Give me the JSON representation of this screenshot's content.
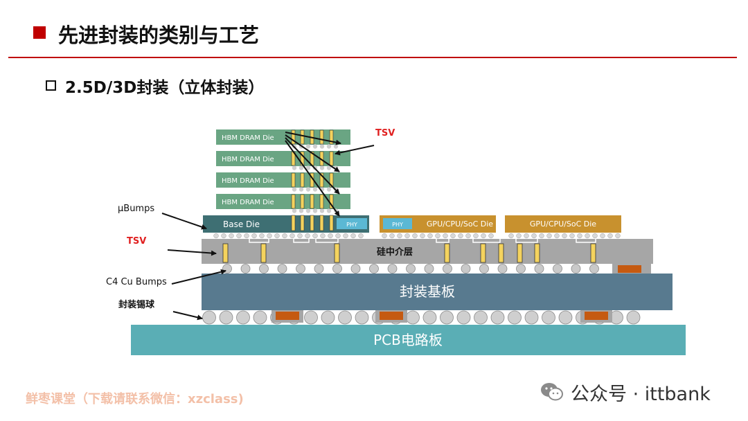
{
  "header": {
    "title": "先进封装的类别与工艺",
    "subtitle": "2.5D/3D封装（立体封装）"
  },
  "diagram": {
    "hbm_dies": [
      "HBM DRAM Die",
      "HBM DRAM Die",
      "HBM DRAM Die",
      "HBM DRAM Die"
    ],
    "base_die": "Base Die",
    "phy_label": "PHY",
    "phy_label_2": "PHY",
    "gpu_die_1": "GPU/CPU/SoC Die",
    "gpu_die_2": "GPU/CPU/SoC Die",
    "interposer": "硅中介层",
    "substrate": "封装基板",
    "pcb": "PCB电路板",
    "callouts": {
      "tsv_top": "TSV",
      "ubumps": "μBumps",
      "tsv_left": "TSV",
      "c4": "C4 Cu Bumps",
      "solder_balls": "封装锡球"
    },
    "colors": {
      "hbm": "#6aa583",
      "base_die": "#3e6f73",
      "phy": "#5bb8d4",
      "gpu": "#c8912e",
      "interposer": "#a6a6a6",
      "substrate": "#587a8f",
      "pcb": "#5aaeb5",
      "tsv": "#f4d35e",
      "callout_red": "#e02020"
    }
  },
  "footer": {
    "watermark": "鲜枣课堂（下载请联系微信：xzclass)",
    "account": "公众号 · ittbank",
    "icon": "wechat-icon"
  }
}
